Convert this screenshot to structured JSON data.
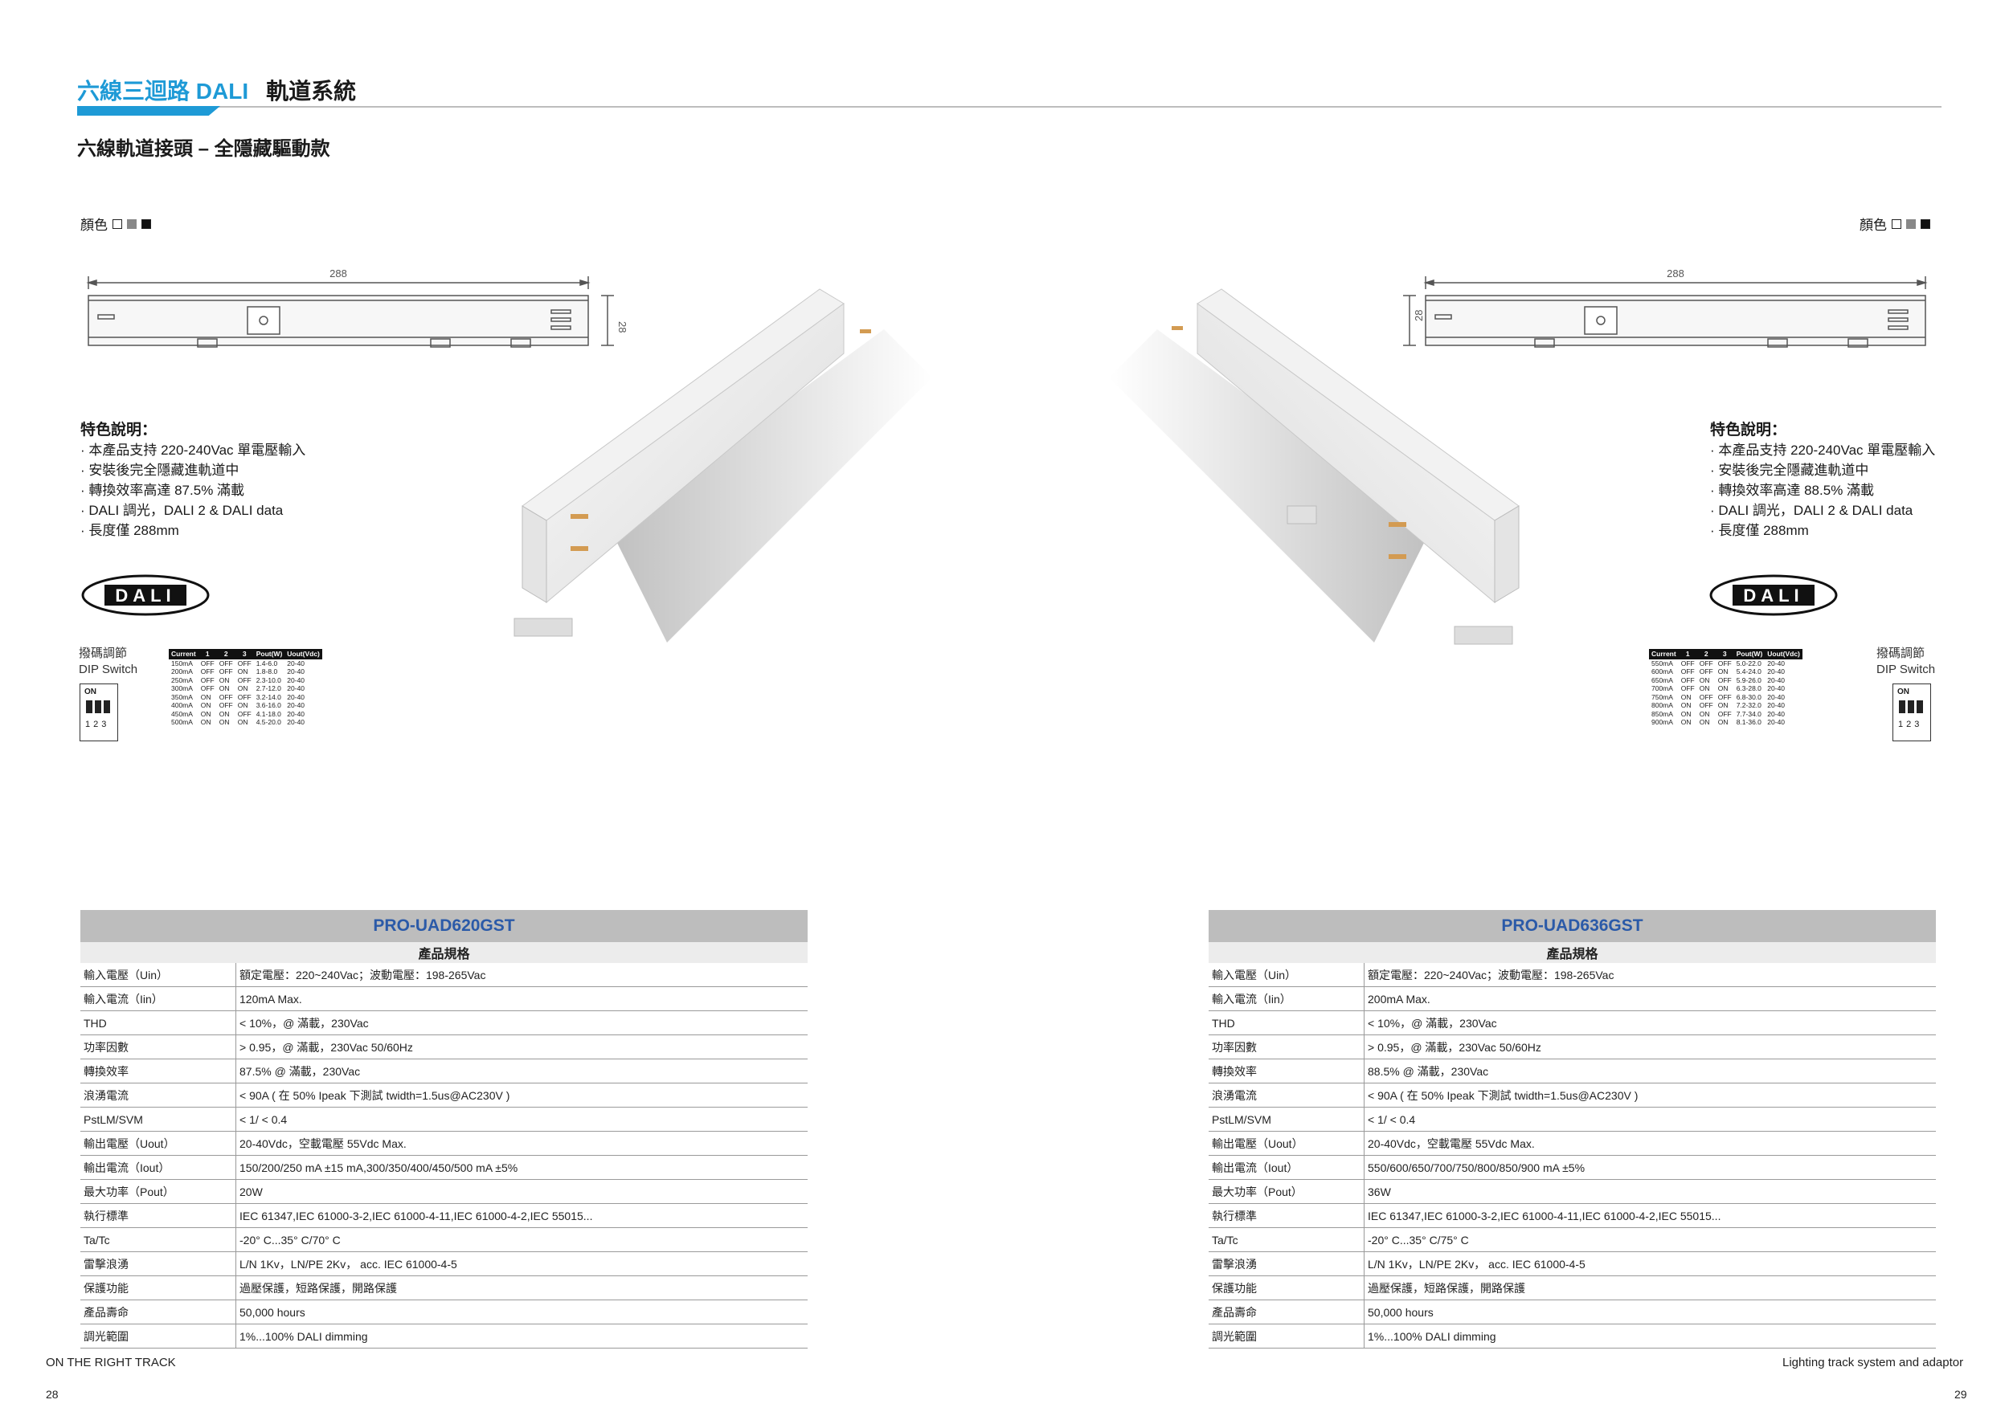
{
  "header": {
    "title_colored": "六線三迴路 DALI",
    "title_black": "軌道系統",
    "subtitle": "六線軌道接頭 – 全隱藏驅動款"
  },
  "color_label": "顏色",
  "dimensions": {
    "length": "288",
    "height": "28"
  },
  "features_title": "特色說明：",
  "left": {
    "features": [
      "· 本產品支持 220-240Vac 單電壓輸入",
      "· 安裝後完全隱藏進軌道中",
      "· 轉換效率高達 87.5% 滿載",
      "· DALI 調光，DALI 2 & DALI data",
      "· 長度僅 288mm"
    ],
    "dip_label_1": "撥碼調節",
    "dip_label_2": "DIP Switch",
    "current_table": {
      "headers": [
        "Current",
        "1",
        "2",
        "3",
        "Pout(W)",
        "Uout(Vdc)"
      ],
      "rows": [
        [
          "150mA",
          "OFF",
          "OFF",
          "OFF",
          "1.4-6.0",
          "20-40"
        ],
        [
          "200mA",
          "OFF",
          "OFF",
          "ON",
          "1.8-8.0",
          "20-40"
        ],
        [
          "250mA",
          "OFF",
          "ON",
          "OFF",
          "2.3-10.0",
          "20-40"
        ],
        [
          "300mA",
          "OFF",
          "ON",
          "ON",
          "2.7-12.0",
          "20-40"
        ],
        [
          "350mA",
          "ON",
          "OFF",
          "OFF",
          "3.2-14.0",
          "20-40"
        ],
        [
          "400mA",
          "ON",
          "OFF",
          "ON",
          "3.6-16.0",
          "20-40"
        ],
        [
          "450mA",
          "ON",
          "ON",
          "OFF",
          "4.1-18.0",
          "20-40"
        ],
        [
          "500mA",
          "ON",
          "ON",
          "ON",
          "4.5-20.0",
          "20-40"
        ]
      ]
    },
    "spec": {
      "model": "PRO-UAD620GST",
      "heading": "產品規格",
      "rows": [
        [
          "輸入電壓（Uin）",
          "額定電壓：220~240Vac；波動電壓：198-265Vac"
        ],
        [
          "輸入電流（Iin）",
          "120mA Max."
        ],
        [
          "THD",
          "< 10%，@ 滿載，230Vac"
        ],
        [
          "功率因數",
          "> 0.95，@ 滿載，230Vac 50/60Hz"
        ],
        [
          "轉換效率",
          "87.5% @ 滿載，230Vac"
        ],
        [
          "浪湧電流",
          "< 90A ( 在 50% Ipeak 下測試 twidth=1.5us@AC230V )"
        ],
        [
          "PstLM/SVM",
          "< 1/ < 0.4"
        ],
        [
          "輸出電壓（Uout）",
          "20-40Vdc，空載電壓 55Vdc Max."
        ],
        [
          "輸出電流（Iout）",
          "150/200/250 mA ±15 mA,300/350/400/450/500 mA ±5%"
        ],
        [
          "最大功率（Pout）",
          "20W"
        ],
        [
          "執行標準",
          "IEC 61347,IEC 61000-3-2,IEC 61000-4-11,IEC 61000-4-2,IEC 55015..."
        ],
        [
          "Ta/Tc",
          "-20° C...35° C/70° C"
        ],
        [
          "雷擊浪湧",
          "L/N 1Kv，LN/PE 2Kv， acc. IEC 61000-4-5"
        ],
        [
          "保護功能",
          "過壓保護，短路保護，開路保護"
        ],
        [
          "產品壽命",
          "50,000 hours"
        ],
        [
          "調光範圍",
          "1%...100% DALI dimming"
        ]
      ]
    },
    "footer": "ON THE RIGHT TRACK",
    "page": "28"
  },
  "right": {
    "features": [
      "· 本產品支持 220-240Vac 單電壓輸入",
      "· 安裝後完全隱藏進軌道中",
      "· 轉換效率高達 88.5% 滿載",
      "· DALI 調光，DALI 2 & DALI data",
      "· 長度僅 288mm"
    ],
    "dip_label_1": "撥碼調節",
    "dip_label_2": "DIP Switch",
    "current_table": {
      "headers": [
        "Current",
        "1",
        "2",
        "3",
        "Pout(W)",
        "Uout(Vdc)"
      ],
      "rows": [
        [
          "550mA",
          "OFF",
          "OFF",
          "OFF",
          "5.0-22.0",
          "20-40"
        ],
        [
          "600mA",
          "OFF",
          "OFF",
          "ON",
          "5.4-24.0",
          "20-40"
        ],
        [
          "650mA",
          "OFF",
          "ON",
          "OFF",
          "5.9-26.0",
          "20-40"
        ],
        [
          "700mA",
          "OFF",
          "ON",
          "ON",
          "6.3-28.0",
          "20-40"
        ],
        [
          "750mA",
          "ON",
          "OFF",
          "OFF",
          "6.8-30.0",
          "20-40"
        ],
        [
          "800mA",
          "ON",
          "OFF",
          "ON",
          "7.2-32.0",
          "20-40"
        ],
        [
          "850mA",
          "ON",
          "ON",
          "OFF",
          "7.7-34.0",
          "20-40"
        ],
        [
          "900mA",
          "ON",
          "ON",
          "ON",
          "8.1-36.0",
          "20-40"
        ]
      ]
    },
    "spec": {
      "model": "PRO-UAD636GST",
      "heading": "產品規格",
      "rows": [
        [
          "輸入電壓（Uin）",
          "額定電壓：220~240Vac；波動電壓：198-265Vac"
        ],
        [
          "輸入電流（Iin）",
          "200mA Max."
        ],
        [
          "THD",
          "< 10%，@ 滿載，230Vac"
        ],
        [
          "功率因數",
          "> 0.95，@ 滿載，230Vac 50/60Hz"
        ],
        [
          "轉換效率",
          "88.5% @ 滿載，230Vac"
        ],
        [
          "浪湧電流",
          "< 90A ( 在 50% Ipeak 下測試 twidth=1.5us@AC230V )"
        ],
        [
          "PstLM/SVM",
          "< 1/ < 0.4"
        ],
        [
          "輸出電壓（Uout）",
          "20-40Vdc，空載電壓 55Vdc Max."
        ],
        [
          "輸出電流（Iout）",
          "550/600/650/700/750/800/850/900 mA ±5%"
        ],
        [
          "最大功率（Pout）",
          "36W"
        ],
        [
          "執行標準",
          "IEC 61347,IEC 61000-3-2,IEC 61000-4-11,IEC 61000-4-2,IEC 55015..."
        ],
        [
          "Ta/Tc",
          "-20° C...35° C/75° C"
        ],
        [
          "雷擊浪湧",
          "L/N 1Kv，LN/PE 2Kv， acc. IEC 61000-4-5"
        ],
        [
          "保護功能",
          "過壓保護，短路保護，開路保護"
        ],
        [
          "產品壽命",
          "50,000 hours"
        ],
        [
          "調光範圍",
          "1%...100% DALI dimming"
        ]
      ]
    },
    "footer": "Lighting track system and adaptor",
    "page": "29"
  },
  "logo_text": "DALI",
  "dip_on": "ON",
  "dip_nums": "123",
  "colors": {
    "accent": "#1e9ad6",
    "model_text": "#2b5aa8",
    "header_grey": "#bdbdbd"
  }
}
